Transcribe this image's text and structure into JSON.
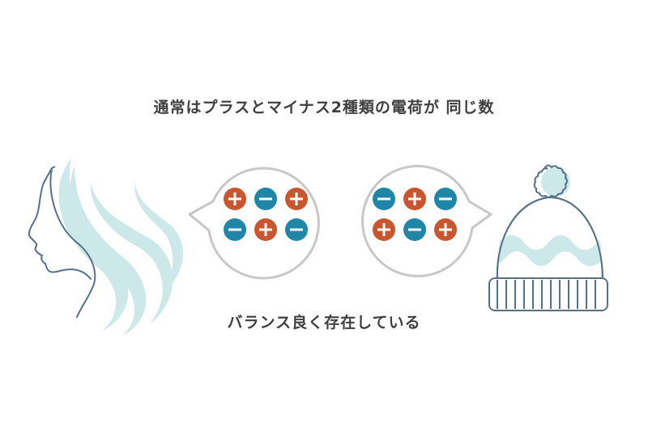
{
  "diagram": {
    "title": "通常はプラスとマイナス2種類の電荷が 同じ数",
    "caption": "バランス良く存在している",
    "colors": {
      "plus": "#c8562f",
      "minus": "#1f86a8",
      "bubble_outline": "#c8c8c8",
      "line_art": "#55718a",
      "accent_fill": "#cde8e9",
      "text": "#3f3f3f"
    },
    "left_figure": "woman-profile-with-flowing-hair",
    "right_figure": "knit-beanie-hat-with-pompom",
    "left_bubble": {
      "points_to": "hair",
      "rows": [
        [
          "+",
          "-",
          "+"
        ],
        [
          "-",
          "+",
          "-"
        ]
      ]
    },
    "right_bubble": {
      "points_to": "hat",
      "rows": [
        [
          "-",
          "+",
          "-"
        ],
        [
          "+",
          "-",
          "+"
        ]
      ]
    }
  }
}
